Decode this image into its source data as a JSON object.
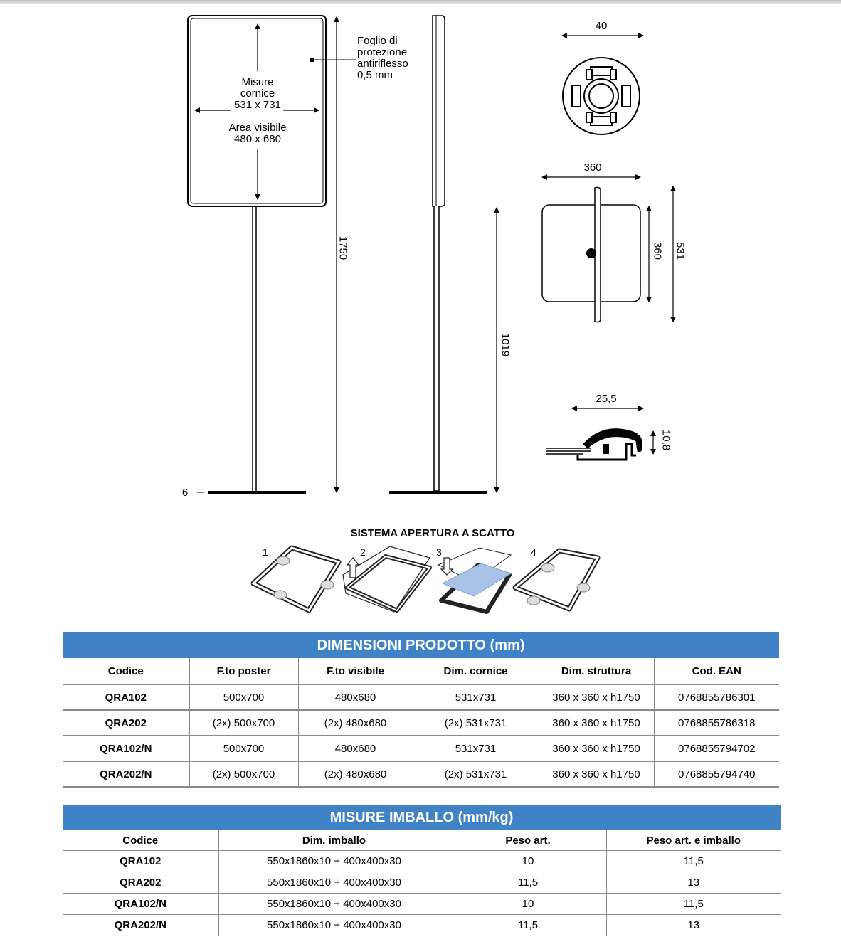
{
  "drawing": {
    "front_label": [
      "Misure",
      "cornice",
      "531 x 731"
    ],
    "visible_label": [
      "Area visibile",
      "480 x 680"
    ],
    "foil_label": [
      "Foglio di",
      "protezione",
      "antiriflesso",
      "0,5 mm"
    ],
    "height_total": "1750",
    "height_post": "1019",
    "base_thickness": "6",
    "profile_width": "40",
    "base_width": "360",
    "base_depth": "360",
    "frame_depth": "531",
    "clip_width": "25,5",
    "clip_height": "10,8"
  },
  "snap": {
    "title": "SISTEMA APERTURA A SCATTO",
    "steps": [
      "1",
      "2",
      "3",
      "4"
    ]
  },
  "product_table": {
    "title": "DIMENSIONI PRODOTTO (mm)",
    "headers": [
      "Codice",
      "F.to poster",
      "F.to visibile",
      "Dim. cornice",
      "Dim. struttura",
      "Cod. EAN"
    ],
    "rows": [
      [
        "QRA102",
        "500x700",
        "480x680",
        "531x731",
        "360 x 360 x h1750",
        "0768855786301"
      ],
      [
        "QRA202",
        "(2x) 500x700",
        "(2x) 480x680",
        "(2x) 531x731",
        "360 x 360 x h1750",
        "0768855786318"
      ],
      [
        "QRA102/N",
        "500x700",
        "480x680",
        "531x731",
        "360 x 360 x h1750",
        "0768855794702"
      ],
      [
        "QRA202/N",
        "(2x) 500x700",
        "(2x) 480x680",
        "(2x) 531x731",
        "360 x 360 x h1750",
        "0768855794740"
      ]
    ]
  },
  "packing_table": {
    "title": "MISURE IMBALLO (mm/kg)",
    "headers": [
      "Codice",
      "Dim. imballo",
      "Peso art.",
      "Peso art. e imballo"
    ],
    "rows": [
      [
        "QRA102",
        "550x1860x10 + 400x400x30",
        "10",
        "11,5"
      ],
      [
        "QRA202",
        "550x1860x10 + 400x400x30",
        "11,5",
        "13"
      ],
      [
        "QRA102/N",
        "550x1860x10 + 400x400x30",
        "10",
        "11,5"
      ],
      [
        "QRA202/N",
        "550x1860x10 + 400x400x30",
        "11,5",
        "13"
      ]
    ]
  },
  "colors": {
    "band": "#3f83c6",
    "foil": "#a9c3e8"
  }
}
